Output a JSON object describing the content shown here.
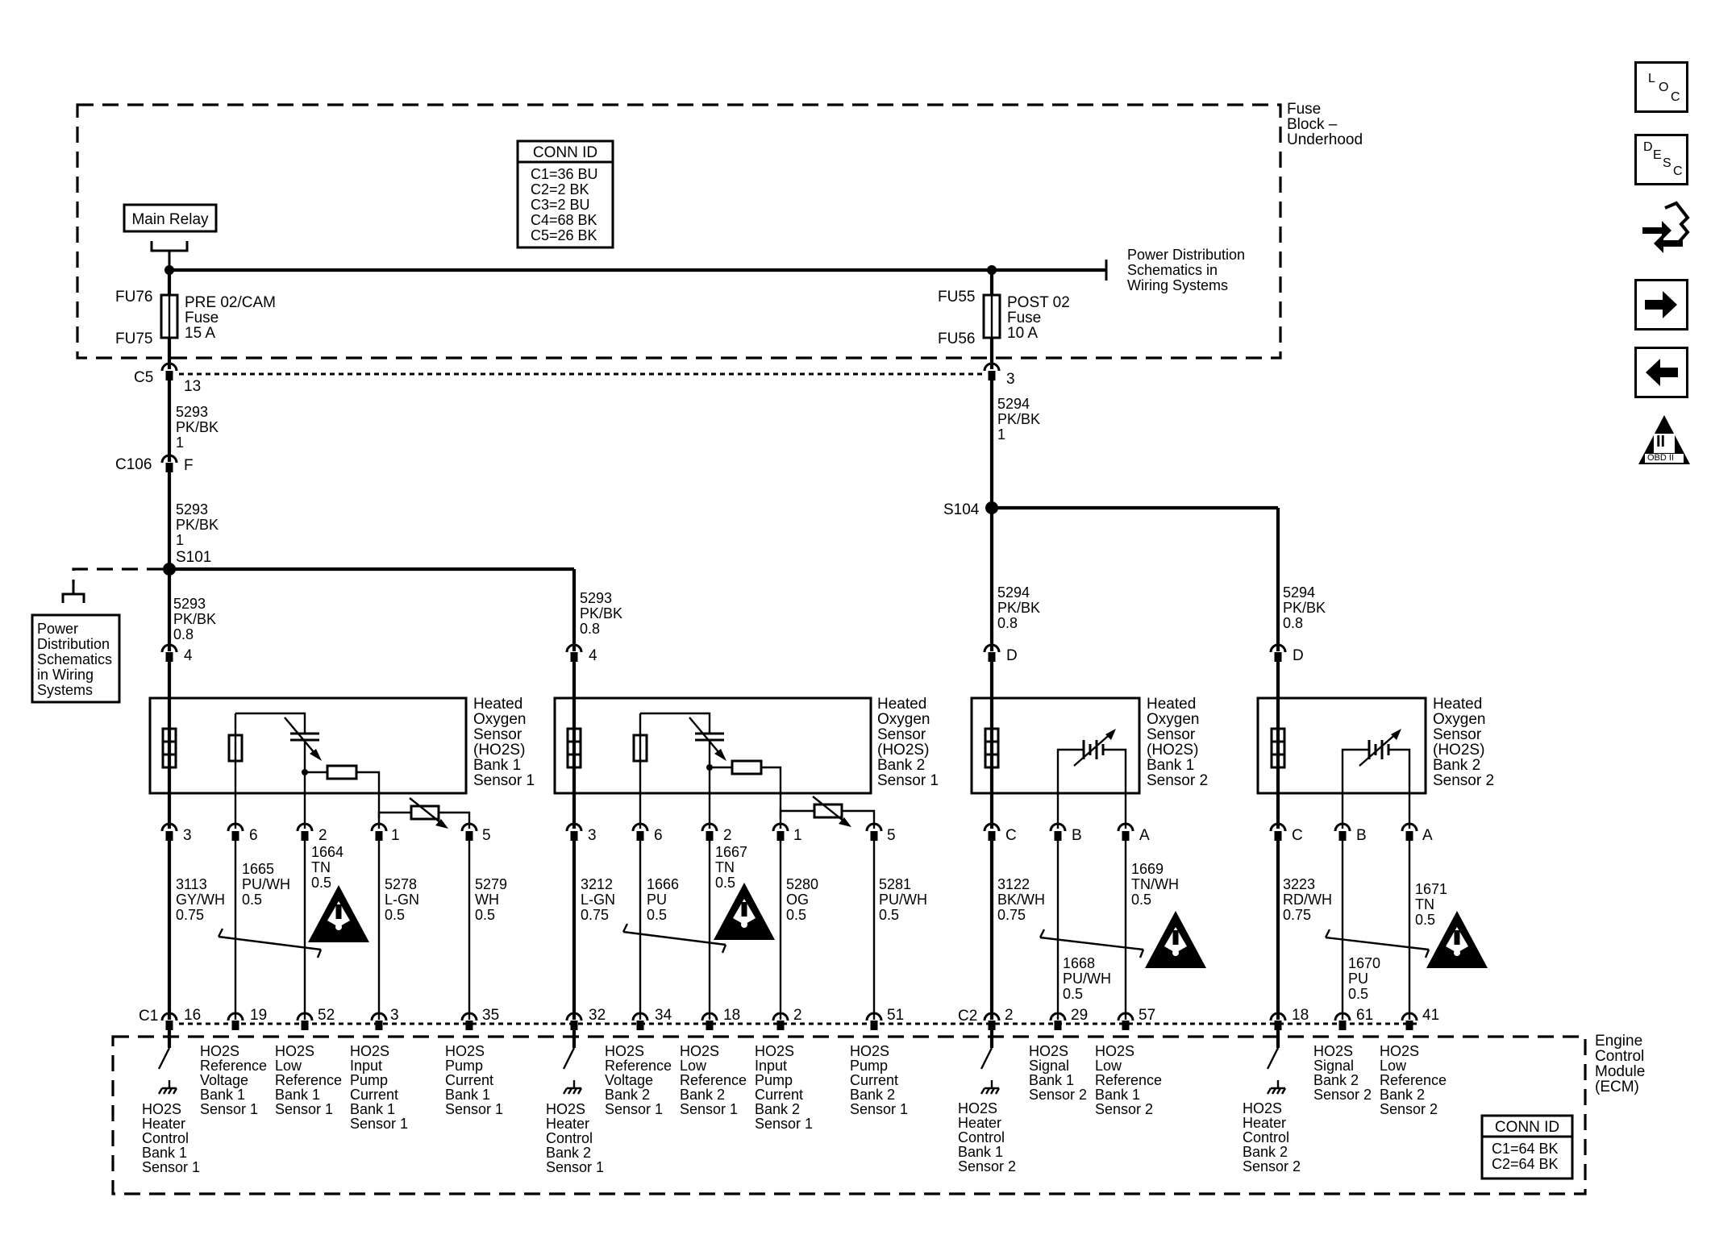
{
  "blocks": {
    "fuse_block": [
      "Fuse",
      "Block –",
      "Underhood"
    ],
    "conn_top_title": "CONN ID",
    "conn_top": [
      "C1=36 BU",
      "C2=2 BK",
      "C3=2 BU",
      "C4=68 BK",
      "C5=26 BK"
    ],
    "main_relay": "Main Relay",
    "pds_right": [
      "Power Distribution",
      "Schematics in",
      "Wiring Systems"
    ],
    "pds_left": [
      "Power",
      "Distribution",
      "Schematics",
      "in Wiring",
      "Systems"
    ],
    "ecm": [
      "Engine",
      "Control",
      "Module",
      "(ECM)"
    ],
    "conn_bottom_title": "CONN ID",
    "conn_bottom": [
      "C1=64 BK",
      "C2=64 BK"
    ]
  },
  "fuses": {
    "left": {
      "top_id": "FU76",
      "bottom_id": "FU75",
      "lines": [
        "PRE 02/CAM",
        "Fuse",
        "15 A"
      ]
    },
    "right": {
      "top_id": "FU55",
      "bottom_id": "FU56",
      "lines": [
        "POST 02",
        "Fuse",
        "10 A"
      ]
    }
  },
  "connectors": {
    "c5": "C5",
    "c5_left_pin": "13",
    "c5_right_pin": "3",
    "c106": "C106",
    "c106_pin": "F",
    "c1": "C1",
    "c2": "C2",
    "s101": "S101",
    "s104": "S104"
  },
  "wires": {
    "w5293_top": [
      "5293",
      "PK/BK",
      "1"
    ],
    "w5293_mid": [
      "5293",
      "PK/BK",
      "1"
    ],
    "w5294_top": [
      "5294",
      "PK/BK",
      "1"
    ],
    "w5293_s1": [
      "5293",
      "PK/BK",
      "0.8"
    ],
    "w5293_s2": [
      "5293",
      "PK/BK",
      "0.8"
    ],
    "w5294_s3": [
      "5294",
      "PK/BK",
      "0.8"
    ],
    "w5294_s4": [
      "5294",
      "PK/BK",
      "0.8"
    ]
  },
  "sensors": [
    {
      "title": [
        "Heated",
        "Oxygen",
        "Sensor",
        "(HO2S)",
        "Bank 1",
        "Sensor 1"
      ],
      "top_pin": "4",
      "pins": [
        "3",
        "6",
        "2",
        "1",
        "5"
      ],
      "wire_labels": [
        [
          "3113",
          "GY/WH",
          "0.75"
        ],
        [
          "1665",
          "PU/WH",
          "0.5"
        ],
        [
          "1664",
          "TN",
          "0.5"
        ],
        [
          "5278",
          "L-GN",
          "0.5"
        ],
        [
          "5279",
          "WH",
          "0.5"
        ]
      ],
      "ecm_pins": [
        "16",
        "19",
        "52",
        "3",
        "35"
      ],
      "ecm_labels": [
        [
          "HO2S",
          "Heater",
          "Control",
          "Bank 1",
          "Sensor 1"
        ],
        [
          "HO2S",
          "Reference",
          "Voltage",
          "Bank 1",
          "Sensor 1"
        ],
        [
          "HO2S",
          "Low",
          "Reference",
          "Bank 1",
          "Sensor 1"
        ],
        [
          "HO2S",
          "Input",
          "Pump",
          "Current",
          "Bank 1",
          "Sensor 1"
        ],
        [
          "HO2S",
          "Pump",
          "Current",
          "Bank 1",
          "Sensor 1"
        ]
      ]
    },
    {
      "title": [
        "Heated",
        "Oxygen",
        "Sensor",
        "(HO2S)",
        "Bank 2",
        "Sensor 1"
      ],
      "top_pin": "4",
      "pins": [
        "3",
        "6",
        "2",
        "1",
        "5"
      ],
      "wire_labels": [
        [
          "3212",
          "L-GN",
          "0.75"
        ],
        [
          "1666",
          "PU",
          "0.5"
        ],
        [
          "1667",
          "TN",
          "0.5"
        ],
        [
          "5280",
          "OG",
          "0.5"
        ],
        [
          "5281",
          "PU/WH",
          "0.5"
        ]
      ],
      "ecm_pins": [
        "32",
        "34",
        "18",
        "2",
        "51"
      ],
      "ecm_labels": [
        [
          "HO2S",
          "Heater",
          "Control",
          "Bank 2",
          "Sensor 1"
        ],
        [
          "HO2S",
          "Reference",
          "Voltage",
          "Bank 2",
          "Sensor 1"
        ],
        [
          "HO2S",
          "Low",
          "Reference",
          "Bank 2",
          "Sensor 1"
        ],
        [
          "HO2S",
          "Input",
          "Pump",
          "Current",
          "Bank 2",
          "Sensor 1"
        ],
        [
          "HO2S",
          "Pump",
          "Current",
          "Bank 2",
          "Sensor 1"
        ]
      ]
    },
    {
      "title": [
        "Heated",
        "Oxygen",
        "Sensor",
        "(HO2S)",
        "Bank 1",
        "Sensor 2"
      ],
      "top_pin": "D",
      "pins": [
        "C",
        "B",
        "A"
      ],
      "wire_labels": [
        [
          "3122",
          "BK/WH",
          "0.75"
        ],
        [
          "1668",
          "PU/WH",
          "0.5"
        ],
        [
          "1669",
          "TN/WH",
          "0.5"
        ]
      ],
      "ecm_pins": [
        "2",
        "29",
        "57"
      ],
      "ecm_labels": [
        [
          "HO2S",
          "Heater",
          "Control",
          "Bank 1",
          "Sensor 2"
        ],
        [
          "HO2S",
          "Signal",
          "Bank 1",
          "Sensor 2"
        ],
        [
          "HO2S",
          "Low",
          "Reference",
          "Bank 1",
          "Sensor 2"
        ]
      ]
    },
    {
      "title": [
        "Heated",
        "Oxygen",
        "Sensor",
        "(HO2S)",
        "Bank 2",
        "Sensor 2"
      ],
      "top_pin": "D",
      "pins": [
        "C",
        "B",
        "A"
      ],
      "wire_labels": [
        [
          "3223",
          "RD/WH",
          "0.75"
        ],
        [
          "1670",
          "PU",
          "0.5"
        ],
        [
          "1671",
          "TN",
          "0.5"
        ]
      ],
      "ecm_pins": [
        "18",
        "61",
        "41"
      ],
      "ecm_labels": [
        [
          "HO2S",
          "Heater",
          "Control",
          "Bank 2",
          "Sensor 2"
        ],
        [
          "HO2S",
          "Signal",
          "Bank 2",
          "Sensor 2"
        ],
        [
          "HO2S",
          "Low",
          "Reference",
          "Bank 2",
          "Sensor 2"
        ]
      ]
    }
  ],
  "nav": {
    "loc": [
      "L",
      "O",
      "C"
    ],
    "desc": [
      "D",
      "E",
      "S",
      "C"
    ],
    "obd": [
      "II",
      "OBD II"
    ]
  }
}
